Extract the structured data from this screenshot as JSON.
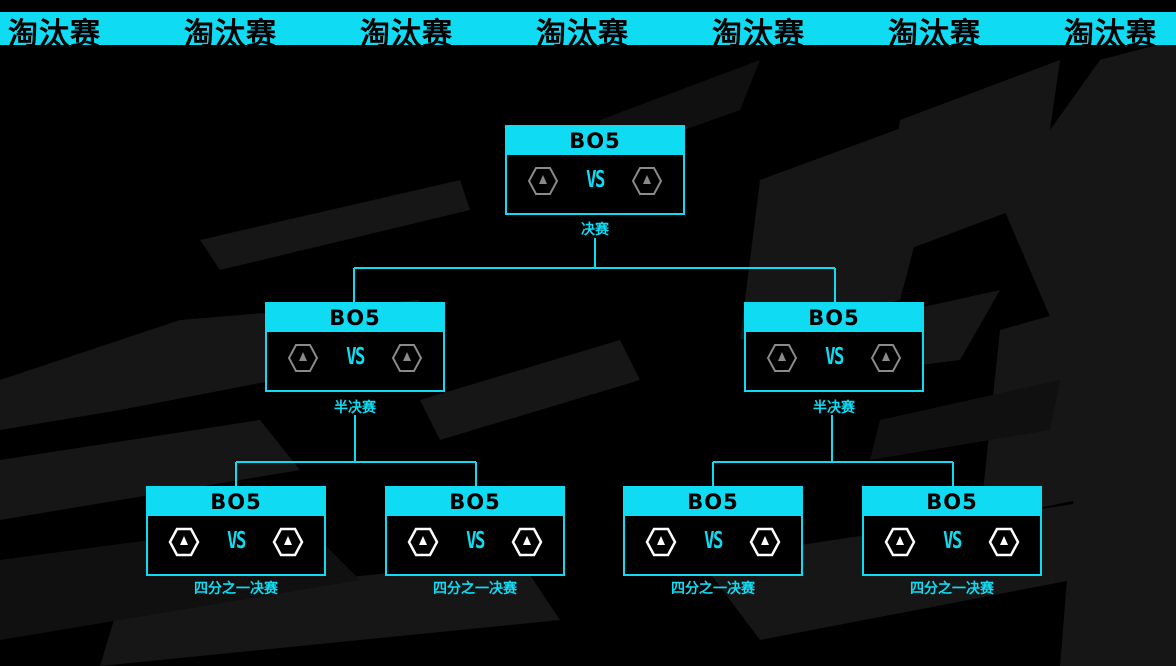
{
  "banner": {
    "word": "淘汰赛",
    "repeat": 7
  },
  "colors": {
    "accent": "#0fdcf3",
    "background": "#000000"
  },
  "rounds": {
    "final": {
      "label": "决赛",
      "matches": [
        {
          "format": "BO5",
          "vs": "VS",
          "home_icon": "team-slot-hex-icon",
          "away_icon": "team-slot-hex-icon"
        }
      ]
    },
    "semifinal": {
      "label": "半决赛",
      "matches": [
        {
          "format": "BO5",
          "vs": "VS",
          "home_icon": "team-slot-hex-icon",
          "away_icon": "team-slot-hex-icon"
        },
        {
          "format": "BO5",
          "vs": "VS",
          "home_icon": "team-slot-hex-icon",
          "away_icon": "team-slot-hex-icon"
        }
      ]
    },
    "quarterfinal": {
      "label": "四分之一决赛",
      "matches": [
        {
          "format": "BO5",
          "vs": "VS",
          "home_icon": "team-slot-hex-icon",
          "away_icon": "team-slot-hex-icon"
        },
        {
          "format": "BO5",
          "vs": "VS",
          "home_icon": "team-slot-hex-icon",
          "away_icon": "team-slot-hex-icon"
        },
        {
          "format": "BO5",
          "vs": "VS",
          "home_icon": "team-slot-hex-icon",
          "away_icon": "team-slot-hex-icon"
        },
        {
          "format": "BO5",
          "vs": "VS",
          "home_icon": "team-slot-hex-icon",
          "away_icon": "team-slot-hex-icon"
        }
      ]
    }
  }
}
